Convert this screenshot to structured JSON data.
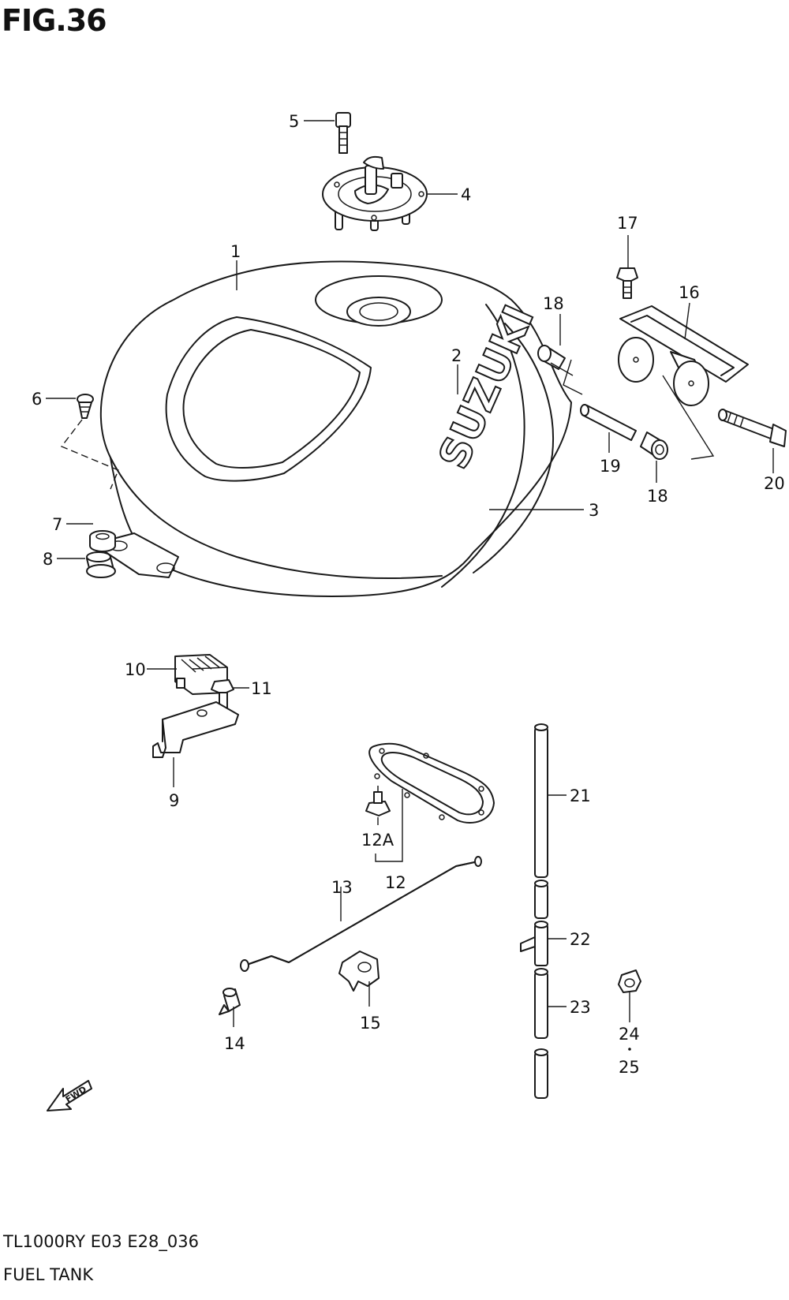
{
  "figure": {
    "title": "FIG.36"
  },
  "footer": {
    "model_code": "TL1000RY E03 E28_036",
    "section_name": "FUEL TANK"
  },
  "tank_brand": "SUZUKI",
  "fwd_label": "FWD",
  "callouts": {
    "c1": "1",
    "c2": "2",
    "c3": "3",
    "c4": "4",
    "c5": "5",
    "c6": "6",
    "c7": "7",
    "c8": "8",
    "c9": "9",
    "c10": "10",
    "c11": "11",
    "c12": "12",
    "c12a": "12A",
    "c13": "13",
    "c14": "14",
    "c15": "15",
    "c16": "16",
    "c17": "17",
    "c18a": "18",
    "c18b": "18",
    "c19": "19",
    "c20": "20",
    "c21": "21",
    "c22": "22",
    "c23": "23",
    "c24": "24",
    "c25": "25"
  }
}
